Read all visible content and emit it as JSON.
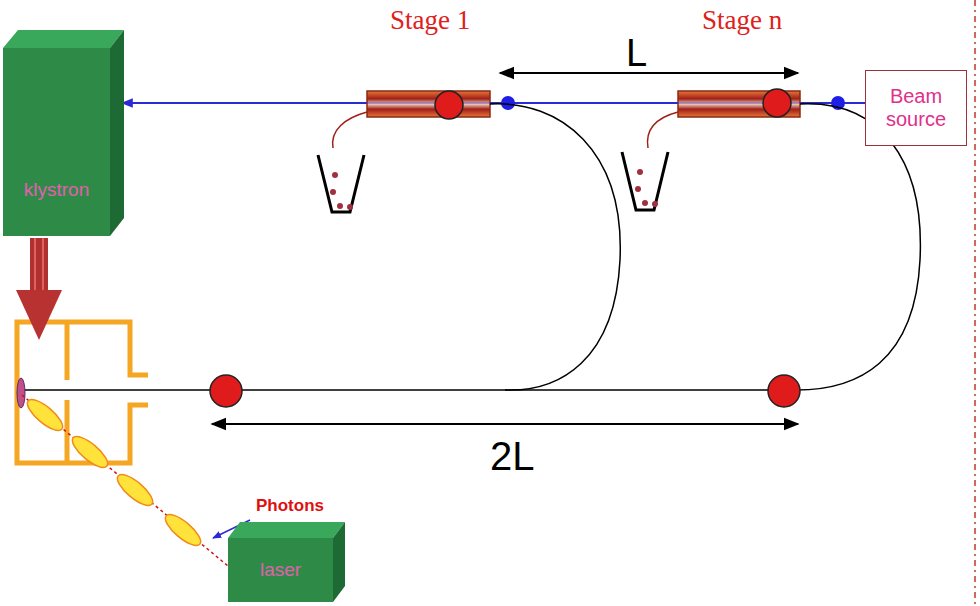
{
  "diagram": {
    "nodes": [
      {
        "text": [
          "Beam source"
        ]
      },
      {
        "text": [
          "klystron"
        ]
      },
      {
        "text": [
          "laser"
        ]
      }
    ],
    "labels": [
      "Stage 1",
      "Stage n",
      "L",
      "2L",
      "Photons"
    ]
  }
}
